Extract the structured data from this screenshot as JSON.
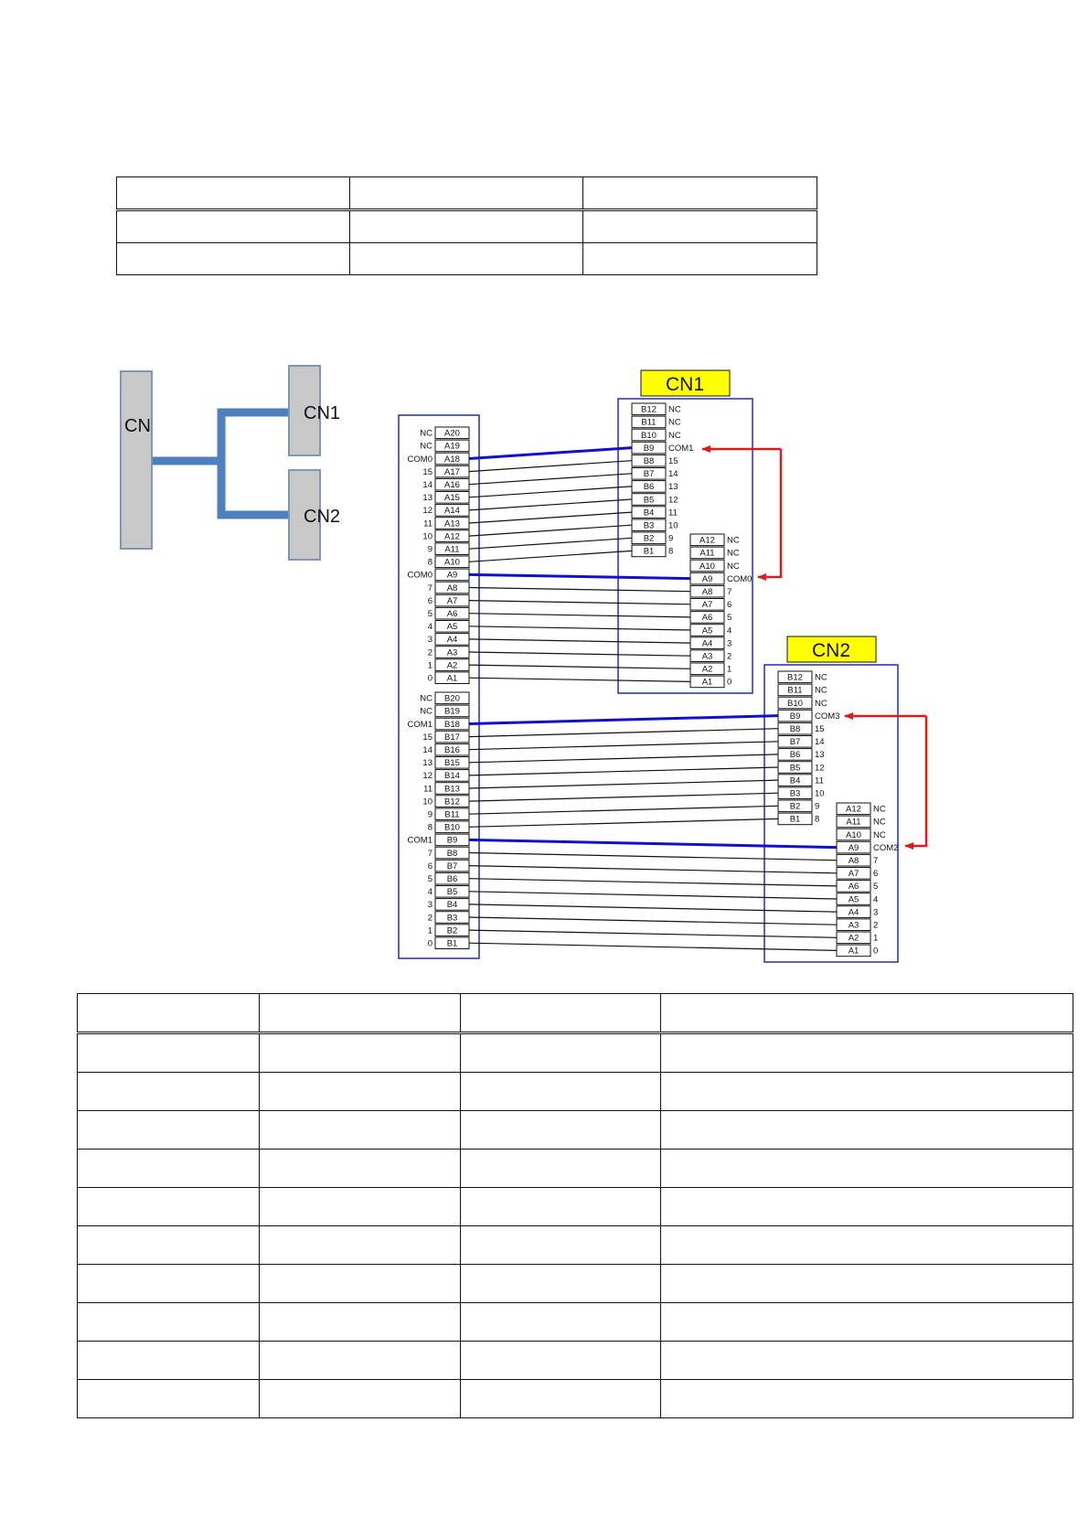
{
  "top_table": {
    "columns": 3,
    "rows": 3
  },
  "bottom_table": {
    "columns": 4,
    "rows": 11
  },
  "tree": {
    "root": "CN",
    "branches": [
      "CN1",
      "CN2"
    ]
  },
  "connectors": {
    "main_upper": {
      "pins": [
        "A20",
        "A19",
        "A18",
        "A17",
        "A16",
        "A15",
        "A14",
        "A13",
        "A12",
        "A11",
        "A10",
        "A9",
        "A8",
        "A7",
        "A6",
        "A5",
        "A4",
        "A3",
        "A2",
        "A1"
      ],
      "labels": [
        "NC",
        "NC",
        "COM0",
        "15",
        "14",
        "13",
        "12",
        "11",
        "10",
        "9",
        "8",
        "COM0",
        "7",
        "6",
        "5",
        "4",
        "3",
        "2",
        "1",
        "0"
      ]
    },
    "main_lower": {
      "pins": [
        "B20",
        "B19",
        "B18",
        "B17",
        "B16",
        "B15",
        "B14",
        "B13",
        "B12",
        "B11",
        "B10",
        "B9",
        "B8",
        "B7",
        "B6",
        "B5",
        "B4",
        "B3",
        "B2",
        "B1"
      ],
      "labels": [
        "NC",
        "NC",
        "COM1",
        "15",
        "14",
        "13",
        "12",
        "11",
        "10",
        "9",
        "8",
        "COM1",
        "7",
        "6",
        "5",
        "4",
        "3",
        "2",
        "1",
        "0"
      ]
    },
    "cn1": {
      "title": "CN1",
      "b_pins": [
        "B12",
        "B11",
        "B10",
        "B9",
        "B8",
        "B7",
        "B6",
        "B5",
        "B4",
        "B3",
        "B2",
        "B1"
      ],
      "b_labels": [
        "NC",
        "NC",
        "NC",
        "COM1",
        "15",
        "14",
        "13",
        "12",
        "11",
        "10",
        "9",
        "8"
      ],
      "a_pins": [
        "A12",
        "A11",
        "A10",
        "A9",
        "A8",
        "A7",
        "A6",
        "A5",
        "A4",
        "A3",
        "A2",
        "A1"
      ],
      "a_labels": [
        "NC",
        "NC",
        "NC",
        "COM0",
        "7",
        "6",
        "5",
        "4",
        "3",
        "2",
        "1",
        "0"
      ]
    },
    "cn2": {
      "title": "CN2",
      "b_pins": [
        "B12",
        "B11",
        "B10",
        "B9",
        "B8",
        "B7",
        "B6",
        "B5",
        "B4",
        "B3",
        "B2",
        "B1"
      ],
      "b_labels": [
        "NC",
        "NC",
        "NC",
        "COM3",
        "15",
        "14",
        "13",
        "12",
        "11",
        "10",
        "9",
        "8"
      ],
      "a_pins": [
        "A12",
        "A11",
        "A10",
        "A9",
        "A8",
        "A7",
        "A6",
        "A5",
        "A4",
        "A3",
        "A2",
        "A1"
      ],
      "a_labels": [
        "NC",
        "NC",
        "NC",
        "COM2",
        "7",
        "6",
        "5",
        "4",
        "3",
        "2",
        "1",
        "0"
      ]
    }
  },
  "colors": {
    "connector_box": "#1f2fb0",
    "com_wire": "#1010d0",
    "signal_wire": "#111111",
    "arrow": "#e01a1a",
    "title_fill": "#ffff00",
    "tree_box_fill": "#c8c8c8",
    "tree_box_stroke": "#8096b8",
    "tree_line": "#4f7fbf"
  }
}
